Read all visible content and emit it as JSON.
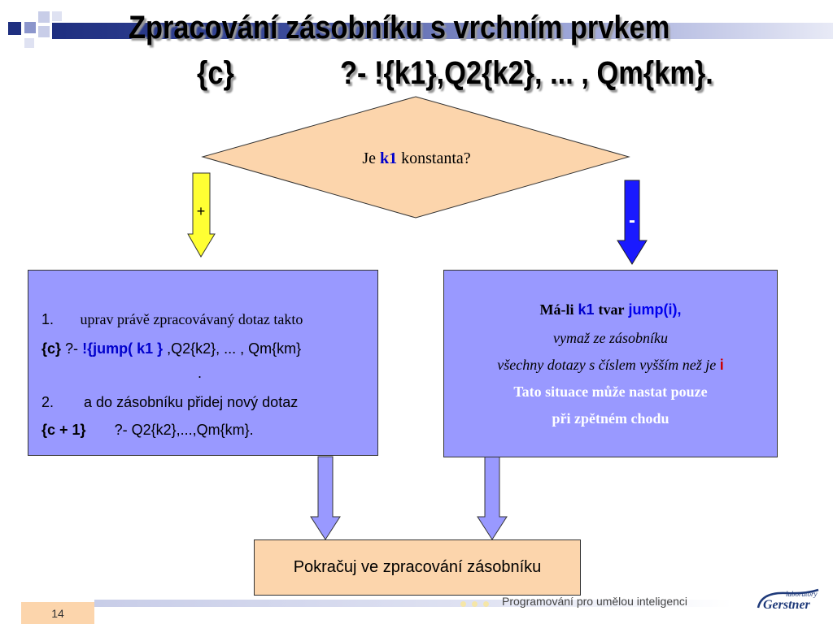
{
  "slide": {
    "title_line1": "Zpracování zásobníku s vrchním prvkem",
    "title_line2_left": "{c}",
    "title_line2_right": "?- !{k1},Q2{k2}, ... , Qm{km}."
  },
  "decision": {
    "prefix": "Je",
    "var": "k1",
    "suffix": "konstanta?"
  },
  "branches": {
    "plus_label": "+",
    "minus_label": "-"
  },
  "left_box": {
    "n1": "1.",
    "step1_text": "uprav právě zpracovávaný dotaz takto",
    "line2_c": "{c}",
    "line2_q": "?-",
    "line2_jump": "!{jump( k1 }",
    "line2_rest": ",Q2{k2}, ... , Qm{km}",
    "dot": ".",
    "n2": "2.",
    "step2_text": "a do zásobníku přidej nový dotaz",
    "line5_c": "{c + 1}",
    "line5_rest": "?- Q2{k2},...,Qm{km}."
  },
  "right_box": {
    "l1_a": "Má-li",
    "l1_k1": "k1",
    "l1_b": "tvar",
    "l1_jump": "jump(i),",
    "l2": "vymaž ze zásobníku",
    "l3_a": "všechny dotazy s číslem vyšším než je",
    "l3_i": "i",
    "l4": "Tato situace může nastat pouze",
    "l5": "při zpětném chodu"
  },
  "final_box": {
    "label": "Pokračuj ve zpracování zásobníku"
  },
  "footer": {
    "page_number": "14",
    "course": "Programování pro umělou inteligenci",
    "logo_small": "laboratory",
    "logo_main": "Gerstner"
  },
  "colors": {
    "diamond_fill": "#fcd5ac",
    "box_fill": "#9999ff",
    "final_fill": "#fcd5ac",
    "yellow_arrow": "#ffff33",
    "blue_arrow": "#1a1aff",
    "light_arrow": "#9999ff",
    "header_bar": "#3a4a9a"
  }
}
